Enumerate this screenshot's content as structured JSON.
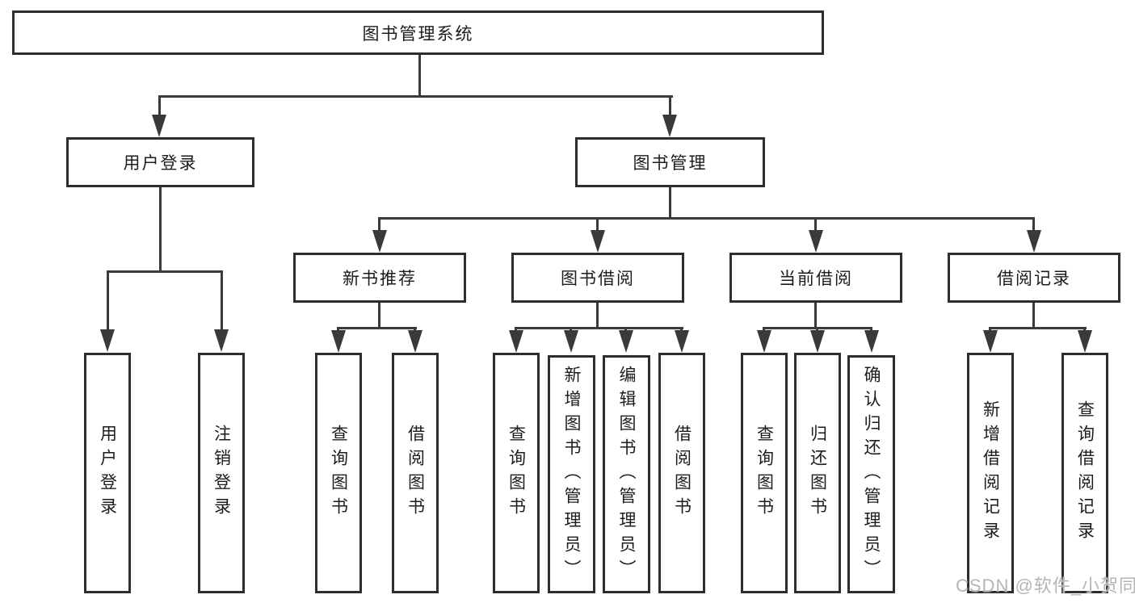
{
  "diagram": {
    "watermark": "CSDN @软件_小贺同学",
    "colors": {
      "line": "#3a3a3a",
      "box_border": "#2d2d2d",
      "box_background": "#ffffff",
      "text": "#1c1c1c",
      "watermark": "#b5b5b5"
    },
    "tree": {
      "label": "图书管理系统",
      "children": [
        {
          "label": "用户登录",
          "children": [
            {
              "label": "用户登录"
            },
            {
              "label": "注销登录"
            }
          ]
        },
        {
          "label": "图书管理",
          "children": [
            {
              "label": "新书推荐",
              "children": [
                {
                  "label": "查询图书"
                },
                {
                  "label": "借阅图书"
                }
              ]
            },
            {
              "label": "图书借阅",
              "children": [
                {
                  "label": "查询图书"
                },
                {
                  "label": "新增图书（管理员）"
                },
                {
                  "label": "编辑图书（管理员）"
                },
                {
                  "label": "借阅图书"
                }
              ]
            },
            {
              "label": "当前借阅",
              "children": [
                {
                  "label": "查询图书"
                },
                {
                  "label": "归还图书"
                },
                {
                  "label": "确认归还（管理员）"
                }
              ]
            },
            {
              "label": "借阅记录",
              "children": [
                {
                  "label": "新增借阅记录"
                },
                {
                  "label": "查询借阅记录"
                }
              ]
            }
          ]
        }
      ]
    }
  }
}
